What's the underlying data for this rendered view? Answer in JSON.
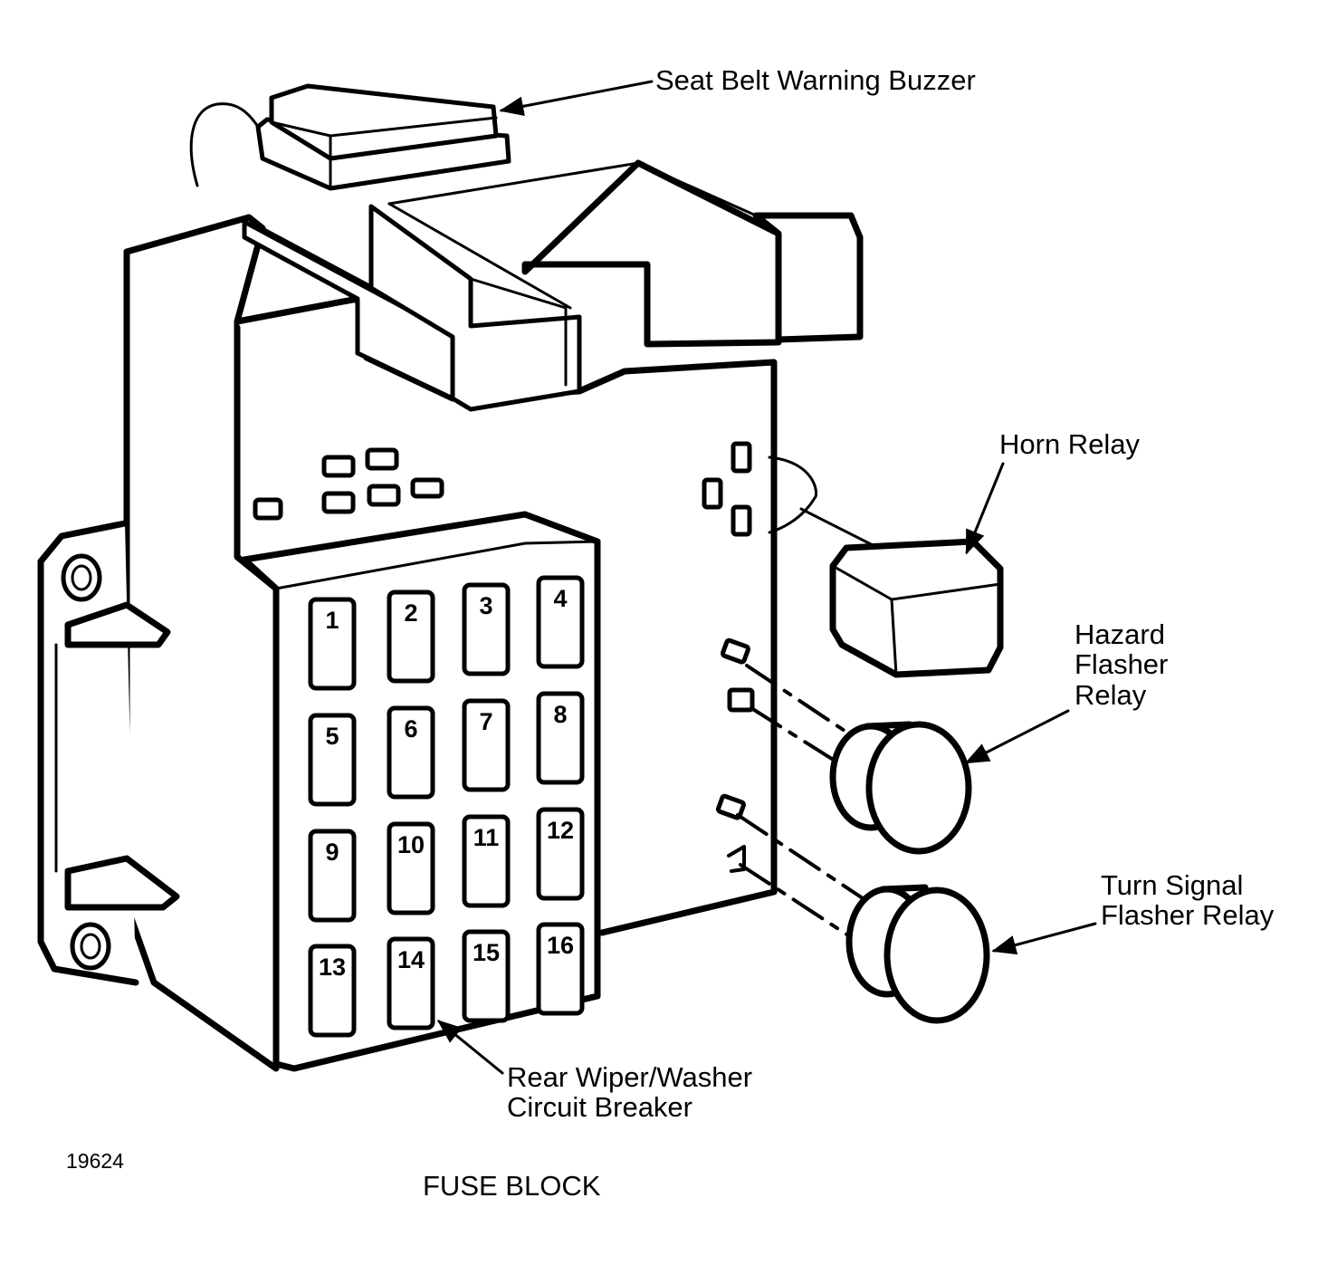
{
  "labels": {
    "seat_belt_buzzer": "Seat Belt Warning Buzzer",
    "horn_relay": "Horn Relay",
    "hazard_line1": "Hazard",
    "hazard_line2": "Flasher",
    "hazard_line3": "Relay",
    "turn_line1": "Turn Signal",
    "turn_line2": "Flasher Relay",
    "rear_line1": "Rear Wiper/Washer",
    "rear_line2": "Circuit Breaker",
    "figure_number": "19624",
    "caption": "FUSE BLOCK"
  },
  "fuses": [
    "1",
    "2",
    "3",
    "4",
    "5",
    "6",
    "7",
    "8",
    "9",
    "10",
    "11",
    "12",
    "13",
    "14",
    "15",
    "16"
  ]
}
